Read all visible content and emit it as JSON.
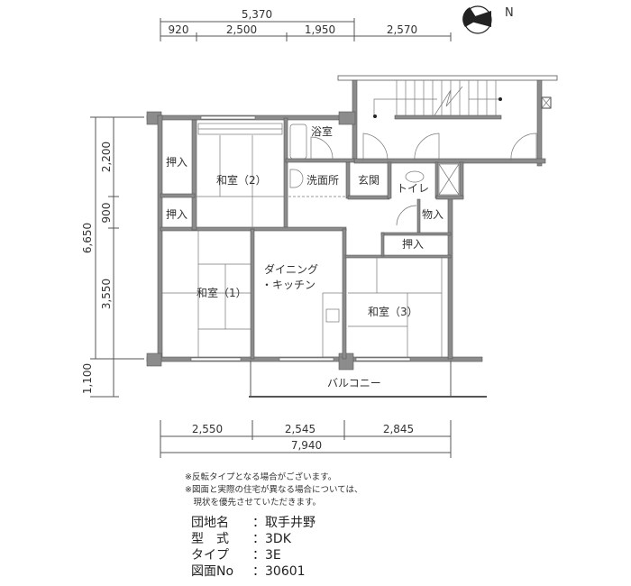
{
  "dimensions": {
    "top_total": "5,370",
    "top_parts": [
      "920",
      "2,500",
      "1,950",
      "2,570"
    ],
    "left_total": "6,650",
    "left_parts": [
      "2,200",
      "900",
      "3,550",
      "1,100"
    ],
    "bottom_parts": [
      "2,550",
      "2,545",
      "2,845"
    ],
    "bottom_total": "7,940"
  },
  "compass": {
    "label": "N"
  },
  "rooms": {
    "washitsu2": "和室（2）",
    "washitsu1": "和室（1）",
    "washitsu3": "和室（3）",
    "oshiire_a": "押入",
    "oshiire_b": "押入",
    "oshiire_c": "押入",
    "bath": "浴室",
    "washroom": "洗面所",
    "entrance": "玄関",
    "toilet": "トイレ",
    "storage": "物入",
    "dk_line1": "ダイニング",
    "dk_line2": "・キッチン",
    "balcony": "バルコニー"
  },
  "notes": [
    "※反転タイプとなる場合がございます。",
    "※図面と実際の住宅が異なる場合については、",
    "　現状を優先させていただきます。"
  ],
  "info": [
    {
      "label": "団地名",
      "value": "取手井野"
    },
    {
      "label": "型　式",
      "value": "3DK"
    },
    {
      "label": "タイプ",
      "value": "3E"
    },
    {
      "label": "図面No",
      "value": "30601"
    }
  ]
}
